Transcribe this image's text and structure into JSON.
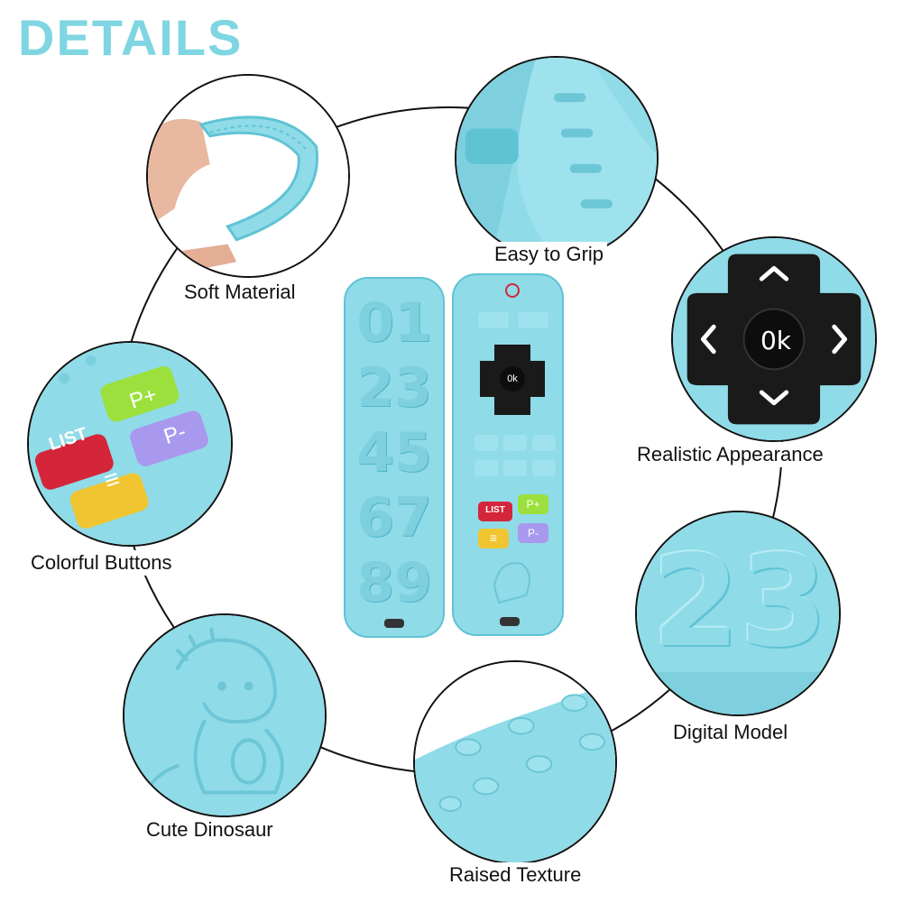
{
  "title": "DETAILS",
  "colors": {
    "accent": "#7fd6e2",
    "silicone": "#8fdbe8",
    "silicone_dark": "#5fc3d4",
    "dpad": "#1a1a1a"
  },
  "features": [
    {
      "id": "soft-material",
      "label": "Soft Material"
    },
    {
      "id": "easy-to-grip",
      "label": "Easy to Grip"
    },
    {
      "id": "realistic-appearance",
      "label": "Realistic Appearance"
    },
    {
      "id": "colorful-buttons",
      "label": "Colorful Buttons"
    },
    {
      "id": "digital-model",
      "label": "Digital Model"
    },
    {
      "id": "cute-dinosaur",
      "label": "Cute Dinosaur"
    },
    {
      "id": "raised-texture",
      "label": "Raised Texture"
    }
  ],
  "product": {
    "digits": [
      "01",
      "23",
      "45",
      "67",
      "89"
    ],
    "dpad_label": "0k",
    "buttons": {
      "list": "LIST",
      "p_plus": "P+",
      "p_minus": "P-",
      "menu": "≡"
    },
    "zoom_digits": "23"
  }
}
